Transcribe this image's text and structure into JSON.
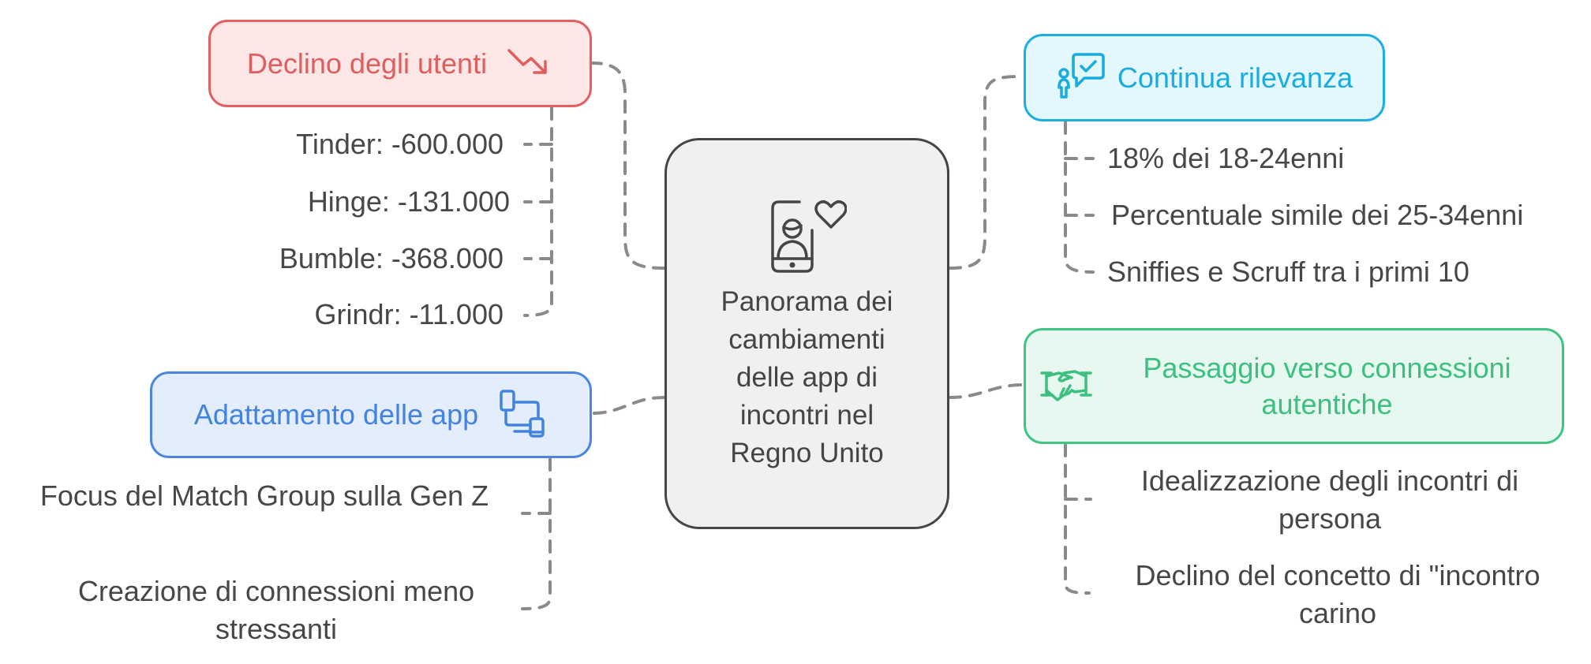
{
  "center": {
    "title": "Panorama dei cambiamenti delle app di incontri nel Regno Unito",
    "icon": "phone-profile-heart-icon"
  },
  "branches": {
    "decline": {
      "title": "Declino degli utenti",
      "icon": "trending-down-icon",
      "color": "#e05d5d",
      "items": [
        "Tinder: -600.000",
        "Hinge: -131.000",
        "Bumble: -368.000",
        "Grindr: -11.000"
      ]
    },
    "adaptation": {
      "title": "Adattamento delle app",
      "icon": "devices-icon",
      "color": "#4383e0",
      "items": [
        "Focus del Match Group sulla Gen Z",
        "Creazione di connessioni meno stressanti"
      ]
    },
    "relevance": {
      "title": "Continua rilevanza",
      "icon": "person-speech-check-icon",
      "color": "#18ace0",
      "items": [
        "18% dei 18-24enni",
        "Percentuale simile dei 25-34enni",
        "Sniffies e Scruff tra i primi 10"
      ]
    },
    "authentic": {
      "title": "Passaggio verso connessioni autentiche",
      "icon": "handshake-icon",
      "color": "#3cc080",
      "items": [
        "Idealizzazione degli incontri di persona",
        "Declino del concetto di \"incontro carino"
      ]
    }
  },
  "connector_color": "#8a8a8a"
}
